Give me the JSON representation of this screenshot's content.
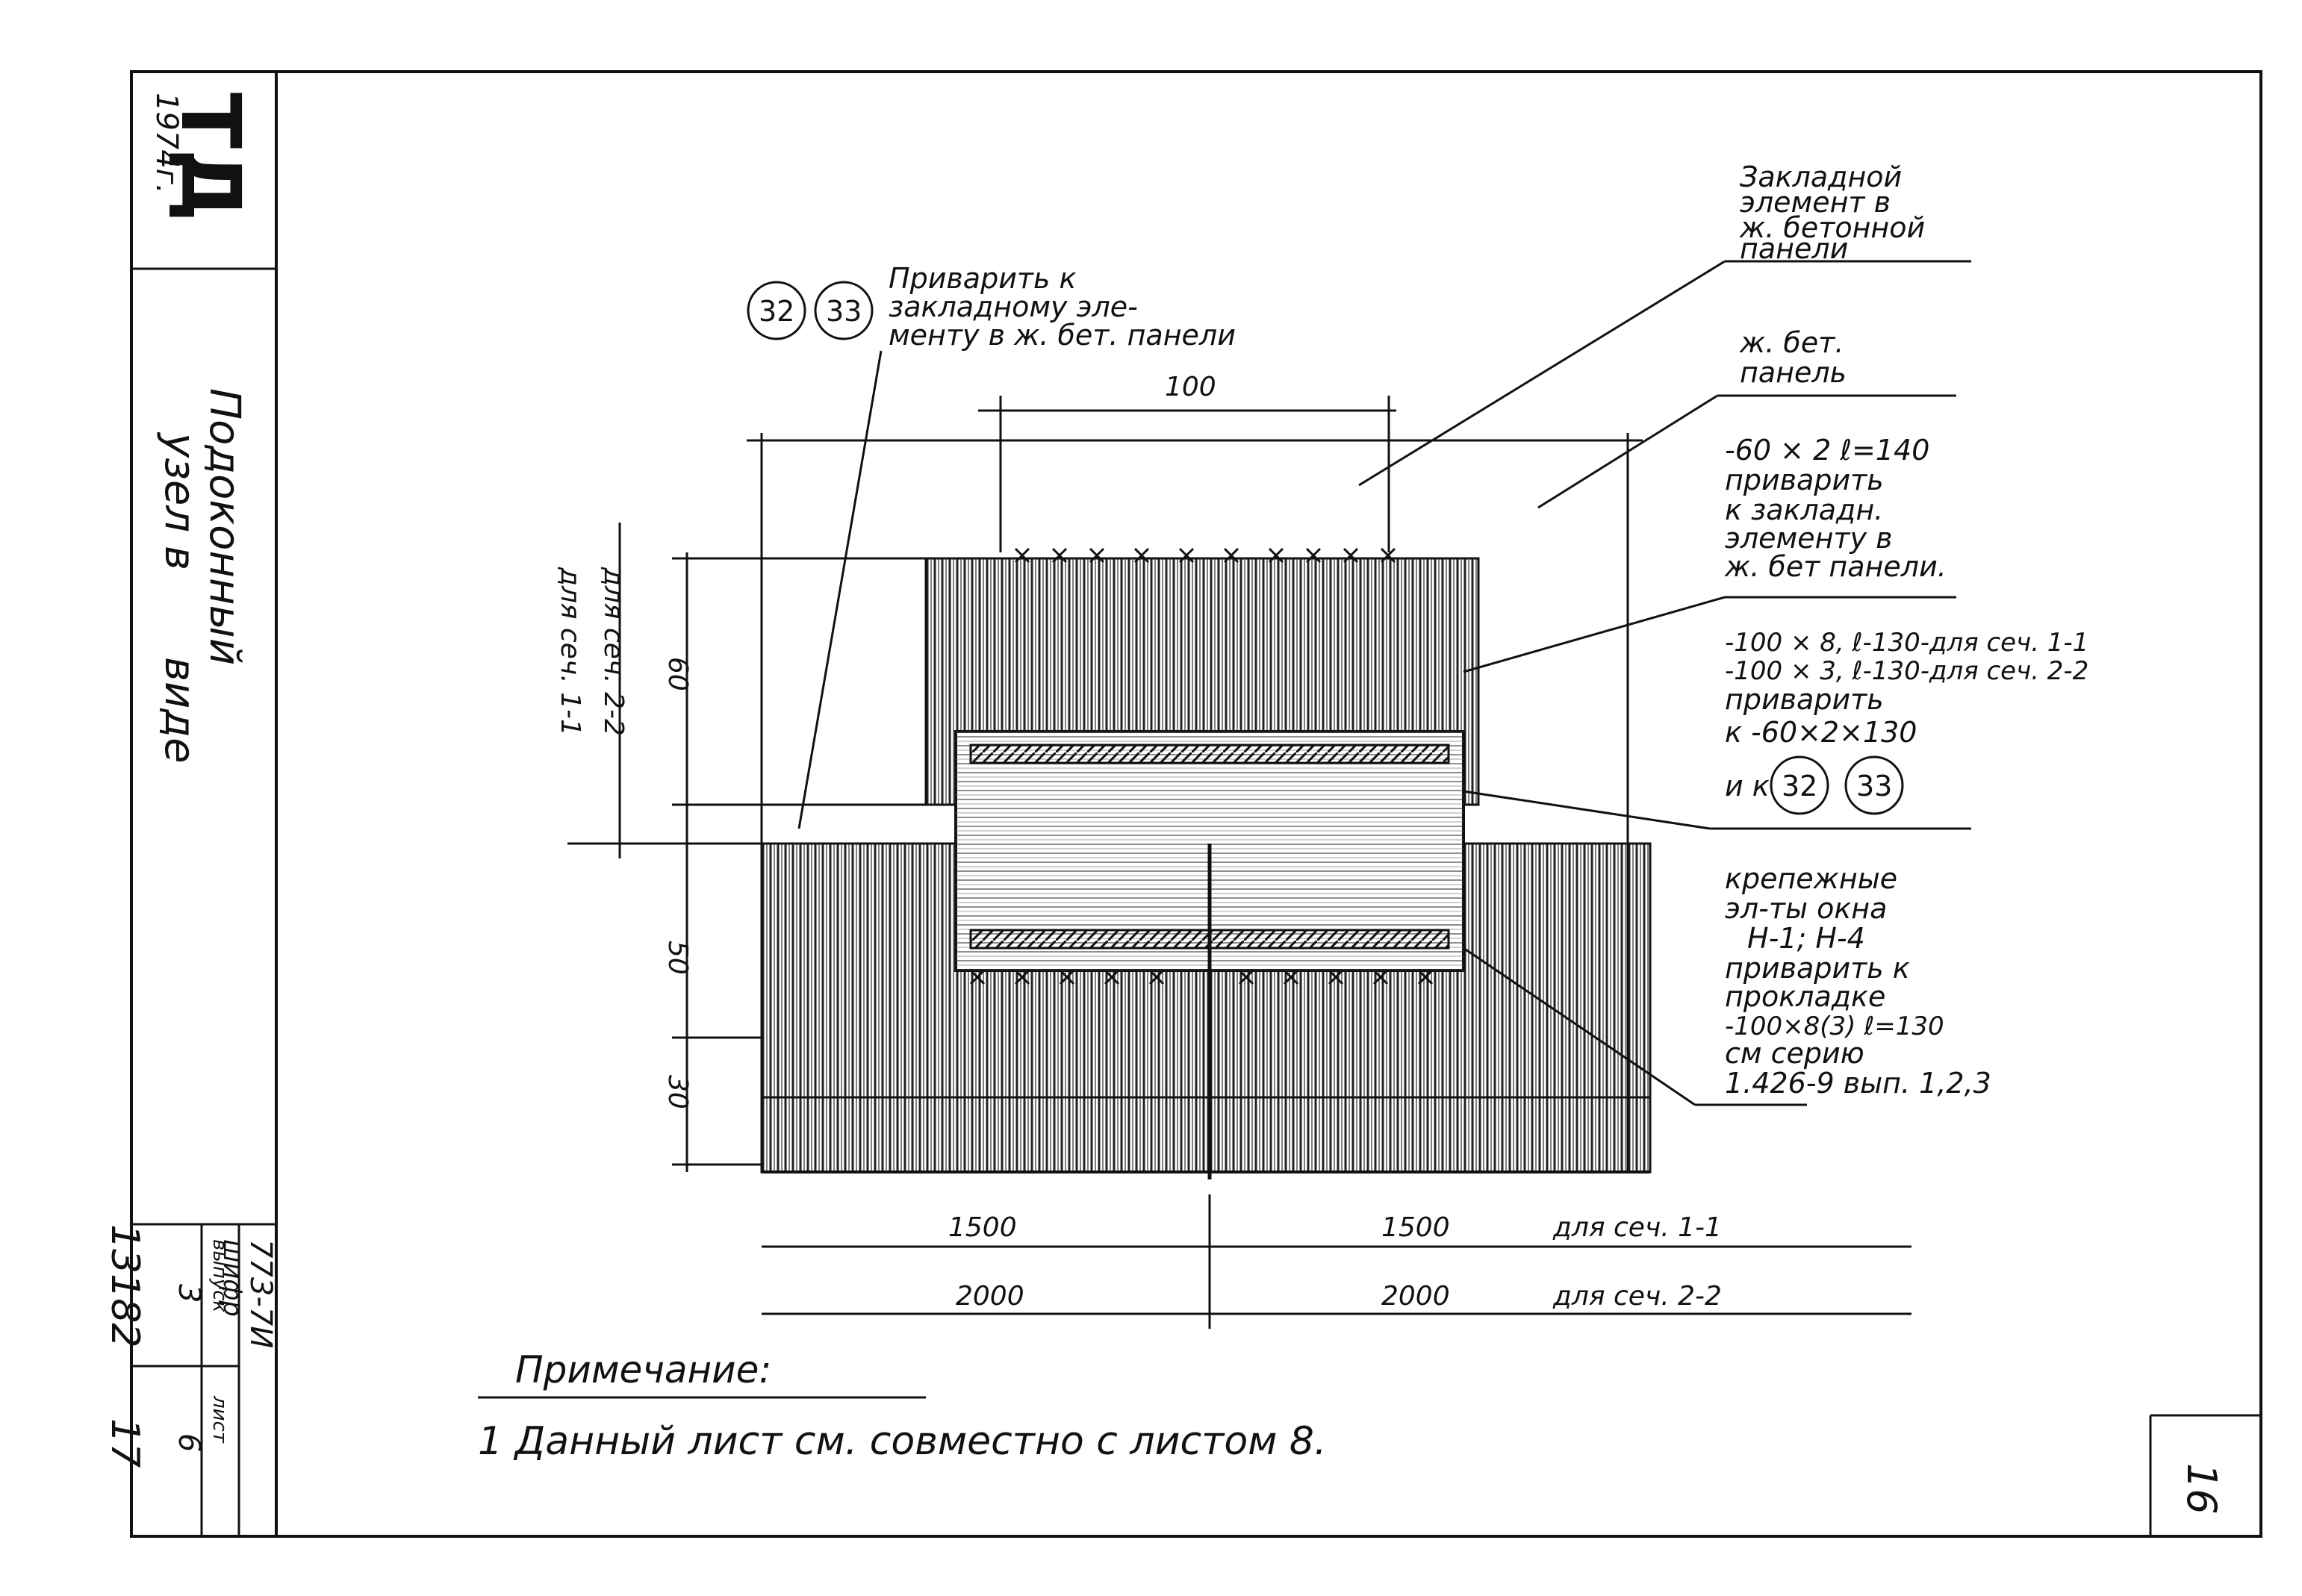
{
  "title_block": {
    "org_logo": "ТД",
    "year": "1974г.",
    "title_line1": "Подоконный",
    "title_line2": "узел в",
    "title_line3": "виде",
    "code": "773-7И",
    "code_label": "шифр",
    "issue_label": "выпуск",
    "issue_value": "3",
    "sheet_label": "лист",
    "sheet_value": "6",
    "archive_no": "13182",
    "archive_page": "17"
  },
  "callouts": {
    "weld_note": [
      "Приварить к",
      "закладному эле-",
      "менту в ж. бет. панели"
    ],
    "embedded_element": [
      "Закладной",
      "элемент в",
      "ж. бетонной",
      "панели"
    ],
    "panel": [
      "ж. бет.",
      "панель"
    ],
    "strip_60": [
      "-60 × 2 ℓ=140",
      "приварить",
      "к закладн.",
      "элементу в",
      "ж. бет панели."
    ],
    "strip_100": [
      "-100 × 8, ℓ-130-для сеч. 1-1",
      "-100 × 3, ℓ-130-для сеч. 2-2",
      "приварить",
      "к -60×2×130",
      "и к"
    ],
    "fastening": [
      "крепежные",
      "эл-ты окна",
      "Н-1; Н-4",
      "приварить к",
      "прокладке",
      "-100×8(3) ℓ=130",
      "см серию",
      "1.426-9 вып. 1,2,3"
    ],
    "marks": [
      "32",
      "33"
    ]
  },
  "dimensions": {
    "top": "100",
    "v_60": "60",
    "v_50": "50",
    "v_30": "30",
    "sec_1_1": "для сеч. 1-1",
    "sec_2_2": "для сеч. 2-2",
    "row1_left": "1500",
    "row1_right": "1500",
    "row1_note": "для сеч. 1-1",
    "row2_left": "2000",
    "row2_right": "2000",
    "row2_note": "для сеч. 2-2"
  },
  "note": {
    "heading": "Примечание:",
    "text": "1 Данный лист см. совместно с листом 8."
  },
  "page_number": "16"
}
